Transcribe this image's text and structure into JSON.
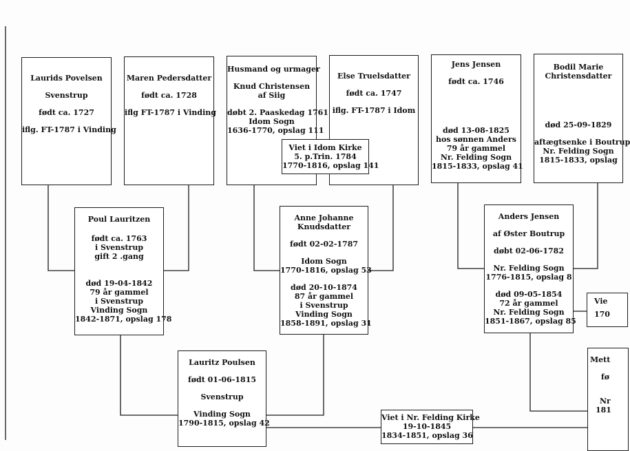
{
  "page_edge": {
    "color": "#1a1a1a"
  },
  "persons": {
    "laurids_povelsen": [
      "Laurids Povelsen",
      "Svenstrup",
      "født ca. 1727",
      "iflg. FT-1787  i Vinding"
    ],
    "maren_pedersdatter": [
      "Maren Pedersdatter",
      "født ca. 1728",
      "iflg FT-1787 i Vinding"
    ],
    "knud_christensen": [
      "Husmand og urmager",
      "Knud Christensen",
      "af Siig",
      "døbt 2. Paaskedag 1761",
      "Idom Sogn",
      "1636-1770, opslag 111"
    ],
    "else_truelsdatter": [
      "Else Truelsdatter",
      "født ca. 1747",
      "iflg. FT-1787 i Idom"
    ],
    "jens_jensen": [
      "Jens Jensen",
      "født ca. 1746",
      "død 13-08-1825",
      "hos sønnen Anders",
      "79 år gammel",
      "Nr. Felding Sogn",
      "1815-1833, opslag  41"
    ],
    "bodil_marie": [
      "Bodil Marie",
      "Christensdatter",
      "død 25-09-1829",
      "aftægtsenke i Boutrup",
      "Nr. Felding Sogn",
      "1815-1833, opslag"
    ],
    "poul_lauritzen": [
      "Poul Lauritzen",
      "født ca. 1763",
      "i Svenstrup",
      "gift  2 .gang",
      "død 19-04-1842",
      "79 år gammel",
      "i Svenstrup",
      "Vinding Sogn",
      "1842-1871, opslag 178"
    ],
    "anne_johanne": [
      "Anne Johanne",
      "Knudsdatter",
      "født 02-02-1787",
      "Idom  Sogn",
      "1770-1816, opslag 53",
      "død 20-10-1874",
      "87 år gammel",
      "i Svenstrup",
      "Vinding Sogn",
      "1858-1891, opslag 31"
    ],
    "anders_jensen": [
      "Anders Jensen",
      "af  Øster Boutrup",
      "døbt 02-06-1782",
      "Nr. Felding Sogn",
      "1776-1815, opslag  8",
      "død 09-05-1854",
      "72 år gammel",
      "Nr. Felding Sogn",
      "1851-1867, opslag 85"
    ],
    "lauritz_poulsen": [
      "Lauritz Poulsen",
      "født  01-06-1815",
      "Svenstrup",
      "Vinding Sogn",
      "1790-1815, opslag 42"
    ],
    "mette_partial": [
      "Mett",
      "fø",
      "Nr",
      "181"
    ]
  },
  "marriages": {
    "idom": [
      "Viet i Idom Kirke",
      "5. p.Trin. 1784",
      "1770-1816, opslag 141"
    ],
    "felding": [
      "Viet i Nr. Felding Kirke",
      "19-10-1845",
      "1834-1851, opslag 36"
    ],
    "right_partial": [
      "Vie",
      "170"
    ]
  }
}
